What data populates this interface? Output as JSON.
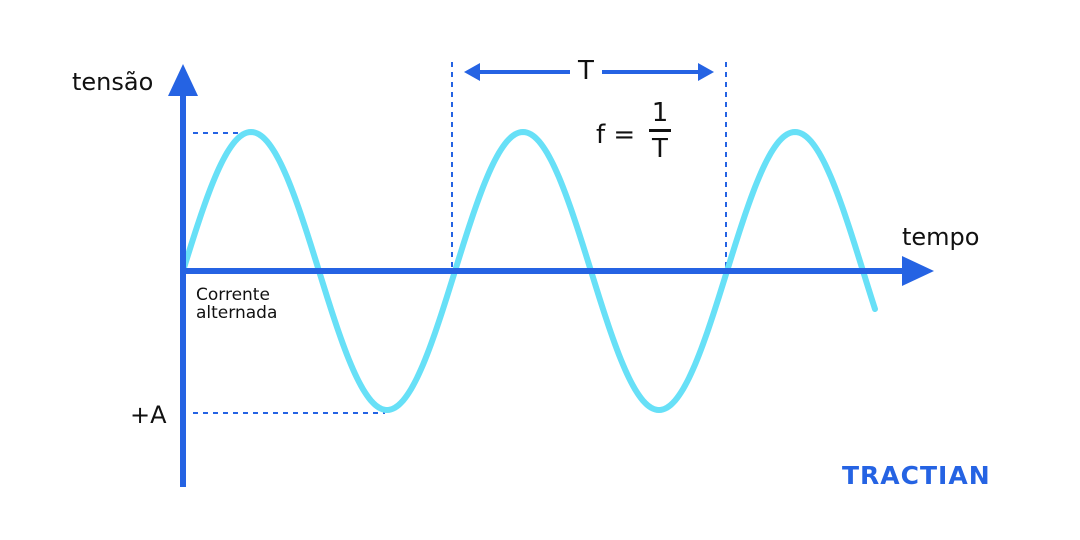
{
  "diagram": {
    "y_axis_label": "tensão",
    "x_axis_label": "tempo",
    "wave_caption_line1": "Corrente",
    "wave_caption_line2": "alternada",
    "amplitude_label": "+A",
    "period_label": "T",
    "formula_lhs": "f =",
    "formula_numerator": "1",
    "formula_denominator": "T",
    "logo_text": "TRACTIAN"
  },
  "colors": {
    "axis": "#2563e3",
    "wave": "#67e0f7",
    "text": "#111111"
  }
}
